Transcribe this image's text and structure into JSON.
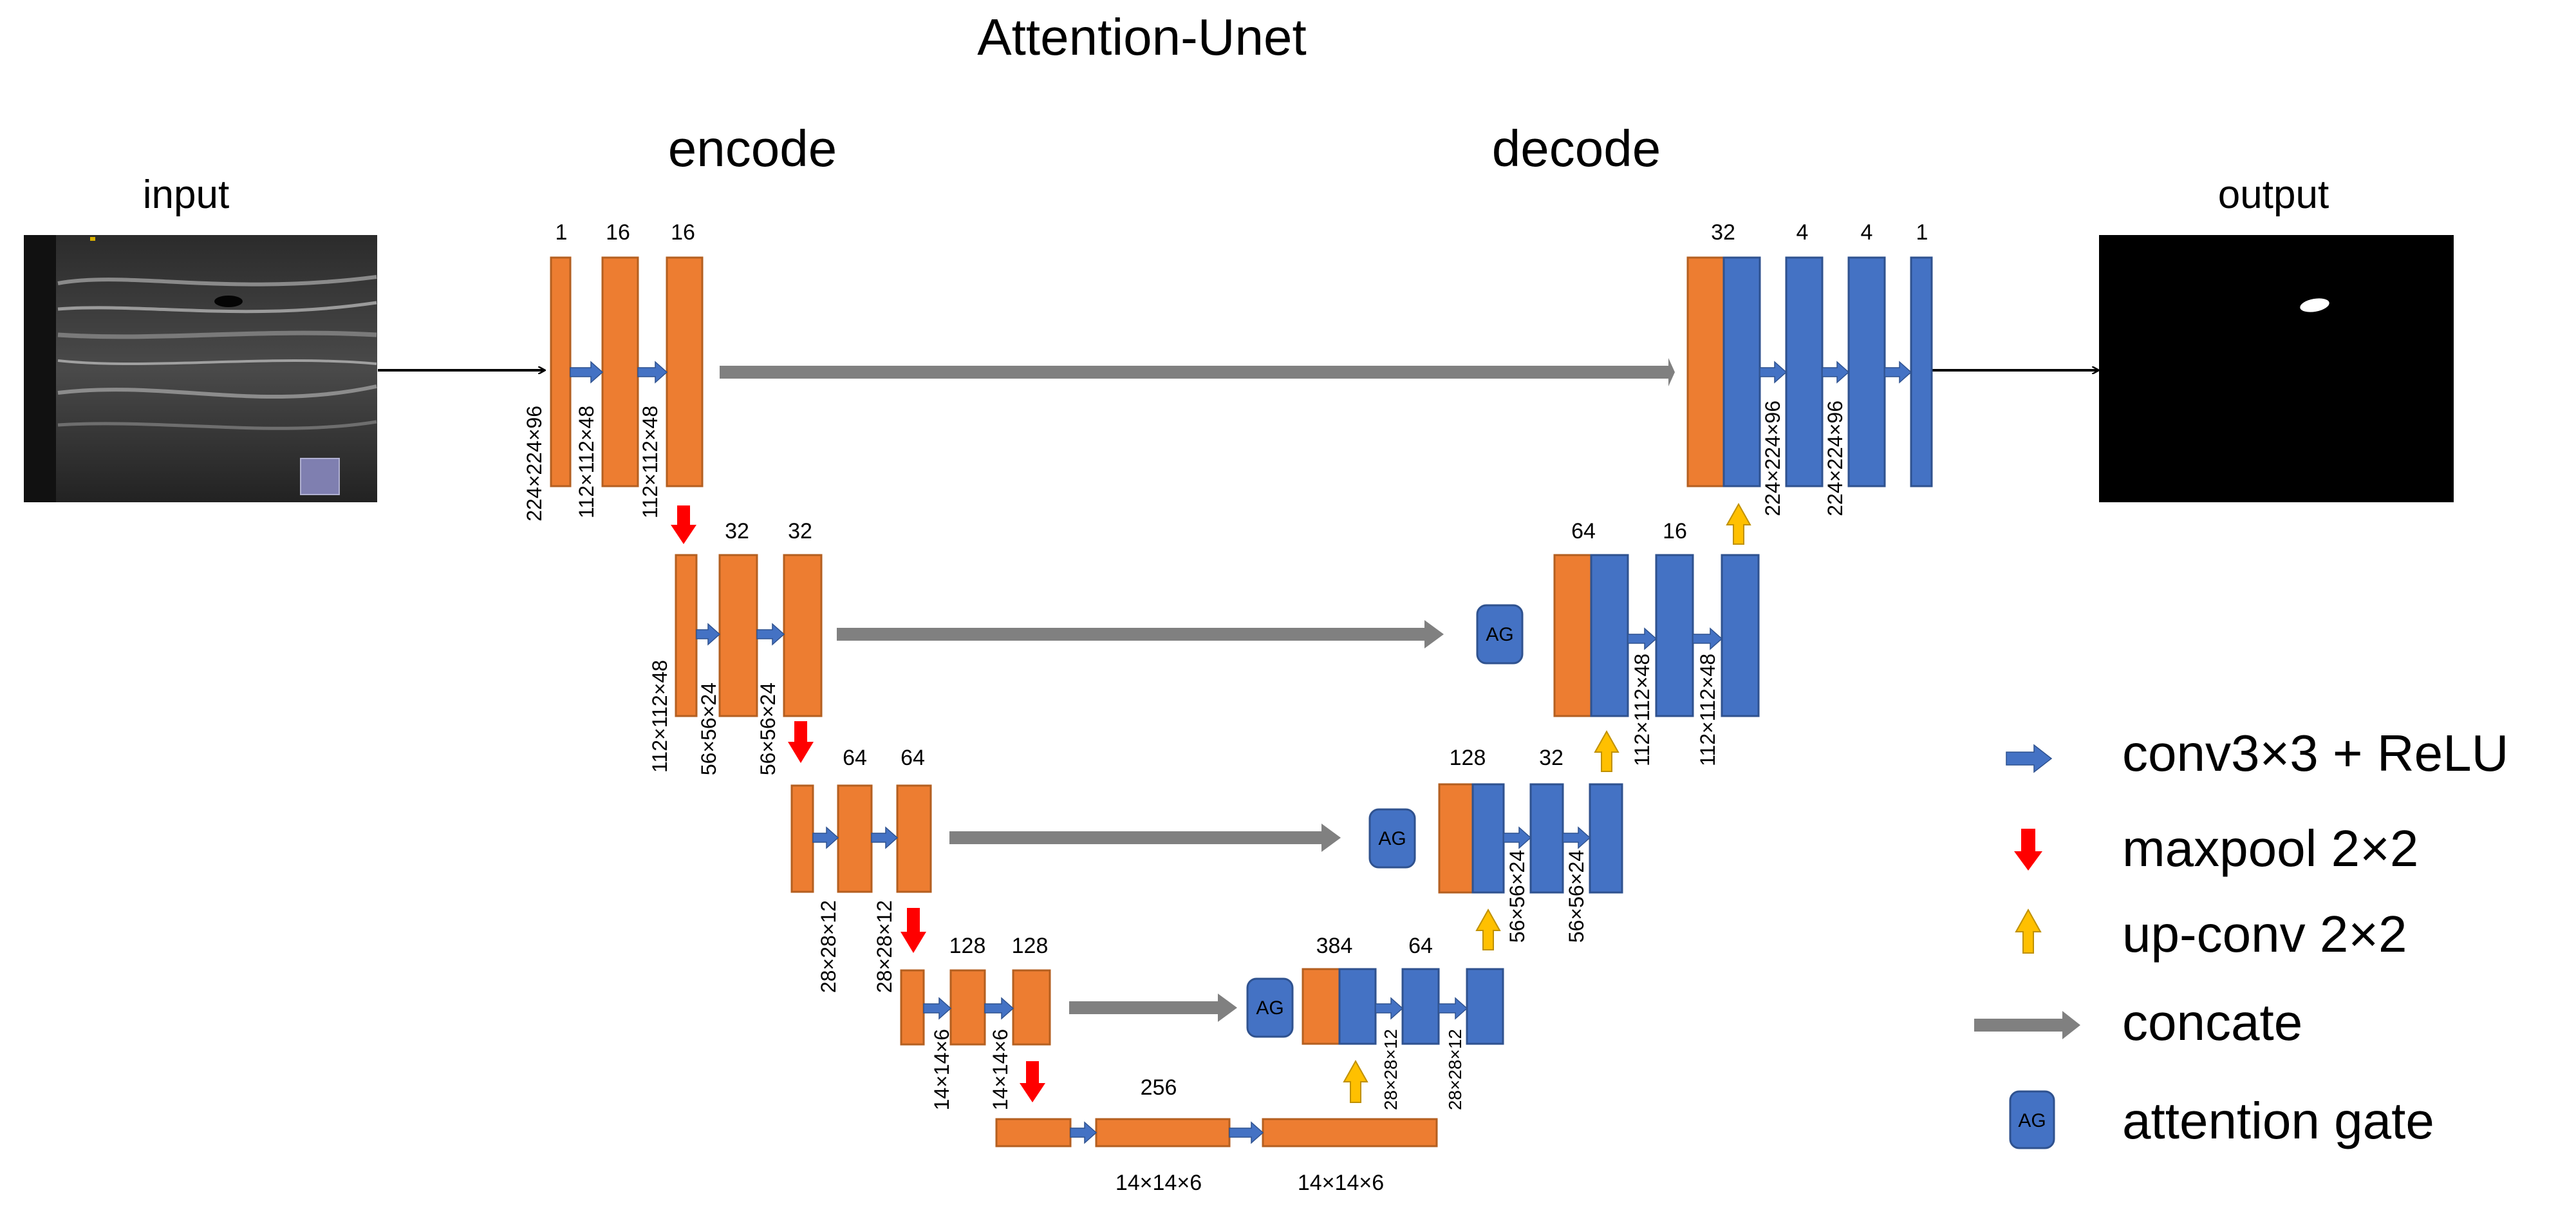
{
  "title": "Attention-Unet",
  "section_labels": {
    "input": "input",
    "encode": "encode",
    "decode": "decode",
    "output": "output"
  },
  "channel_labels": {
    "enc1": [
      "1",
      "16",
      "16"
    ],
    "enc2": [
      "32",
      "32"
    ],
    "enc3": [
      "64",
      "64"
    ],
    "enc4": [
      "128",
      "128"
    ],
    "bottleneck": "256",
    "dec4": [
      "384",
      "64"
    ],
    "dec3": [
      "128",
      "32"
    ],
    "dec2": [
      "64",
      "16"
    ],
    "dec1": [
      "32",
      "4",
      "4",
      "1"
    ]
  },
  "size_labels": {
    "enc1": [
      "224×224×96",
      "112×112×48",
      "112×112×48"
    ],
    "enc2": [
      "112×112×48",
      "56×56×24",
      "56×56×24"
    ],
    "enc3": [
      "28×28×12",
      "28×28×12"
    ],
    "enc4": [
      "14×14×6",
      "14×14×6"
    ],
    "bottleneck": [
      "14×14×6",
      "14×14×6"
    ],
    "dec4": [
      "28×28×12",
      "28×28×12"
    ],
    "dec3": [
      "56×56×24",
      "56×56×24"
    ],
    "dec2": [
      "112×112×48",
      "112×112×48"
    ],
    "dec1": [
      "224×224×96",
      "224×224×96"
    ]
  },
  "ag_label": "AG",
  "legend": {
    "conv": "conv3×3 + ReLU",
    "maxpool": "maxpool 2×2",
    "upconv": "up-conv 2×2",
    "concate": "concate",
    "attention_gate": "attention gate"
  },
  "colors": {
    "encoder_block": "#ED7D31",
    "decoder_block": "#4472C4",
    "conv_arrow": "#4472C4",
    "maxpool_arrow": "#FF0000",
    "upconv_arrow": "#FFC000",
    "concate_arrow": "#808080"
  },
  "icons": {
    "input_image": "ultrasound-image",
    "output_image": "segmentation-mask-image"
  }
}
